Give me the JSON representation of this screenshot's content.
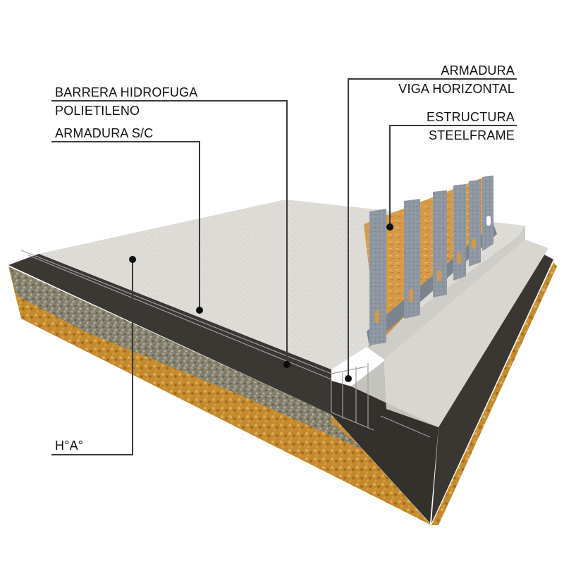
{
  "diagram": {
    "type": "construction-cross-section",
    "subject": "Steel-frame slab foundation (platea) with perimeter beam",
    "labels": [
      {
        "id": "barrera",
        "lines": [
          "BARRERA HIDROFUGA",
          "POLIETILENO"
        ],
        "align": "left"
      },
      {
        "id": "armadura-sc",
        "lines": [
          "ARMADURA S/C"
        ],
        "align": "left"
      },
      {
        "id": "hormigon",
        "lines": [
          "H°A°"
        ],
        "align": "left"
      },
      {
        "id": "armadura-viga",
        "lines": [
          "ARMADURA",
          "VIGA HORIZONTAL"
        ],
        "align": "right"
      },
      {
        "id": "estructura",
        "lines": [
          "ESTRUCTURA",
          "STEELFRAME"
        ],
        "align": "right"
      }
    ],
    "layers": [
      {
        "name": "Concrete slab",
        "color": "#dcdcd8"
      },
      {
        "name": "Polyethylene vapour barrier",
        "color": "#3b3733"
      },
      {
        "name": "Compacted gravel",
        "color": "#8a8776"
      },
      {
        "name": "Natural soil",
        "color": "#c8912f"
      },
      {
        "name": "OSB sheathing",
        "color": "#d79a45"
      },
      {
        "name": "Galvanized steel studs",
        "color": "#8d96a0"
      }
    ],
    "colors": {
      "leader_line": "#3a3a3a",
      "dot": "#0a0a0a",
      "text": "#111111"
    }
  }
}
